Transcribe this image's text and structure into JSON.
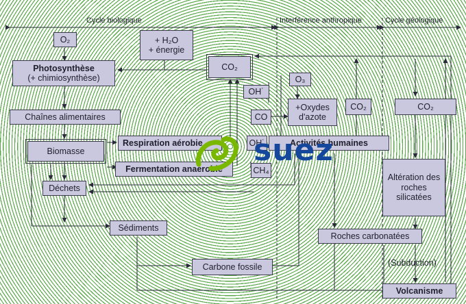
{
  "header": {
    "bio": "Cycle biologique",
    "anthro": "Interférence anthropique",
    "geo": "Cycle géologique"
  },
  "boxes": {
    "o2_top": "O₂",
    "h2o": "+ H₂O",
    "energie": "+ énergie",
    "co2_center": "CO₂",
    "photo1": "Photosynthèse",
    "photo2": "(+ chimiosynthèse)",
    "oh1": "OH˙",
    "o3": "O₃",
    "co": "CO",
    "oxydes": "+Oxydes d'azote",
    "co2_anthro": "CO₂",
    "co2_geo": "CO₂",
    "chaines": "Chaînes alimentaires",
    "biomasse": "Biomasse",
    "respiration": "Respiration aérobie",
    "oh2": "OH˙",
    "activites": "Activités humaines",
    "fermentation": "Fermentation anaérobie",
    "ch4": "CH₄",
    "alteration": "Altération des roches silicatées",
    "dechets": "Déchets",
    "sediments": "Sédiments",
    "roches": "Roches carbonatées",
    "carbone": "Carbone fossile",
    "subduction": "(Subduction)",
    "volcanisme": "Volcanisme"
  },
  "logo": {
    "text": "suez",
    "color": "#15489c",
    "accent": "#7ab800"
  },
  "colors": {
    "box": "#c9c8de",
    "line": "#3a3a4a",
    "rings": "#5aa84a"
  }
}
